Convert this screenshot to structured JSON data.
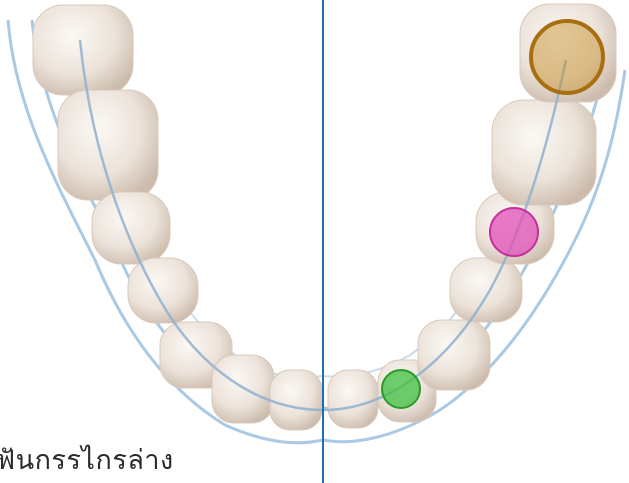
{
  "caption": "ฟันกรรไกรล่าง",
  "colors": {
    "gum_outline": "#a9c9e4",
    "midline": "#1f6fb0",
    "arch_line": "#8fb0cf",
    "tooth_fill": "#efe7df",
    "tooth_shade": "#c9b8a8",
    "marker_gold": "#c48a1e",
    "marker_pink": "#e04fb8",
    "marker_green": "#3fbf3f"
  },
  "markers": [
    {
      "name": "gold-marker",
      "color": "#c48a1e"
    },
    {
      "name": "pink-marker",
      "color": "#e04fb8"
    },
    {
      "name": "green-marker",
      "color": "#3fbf3f"
    }
  ]
}
